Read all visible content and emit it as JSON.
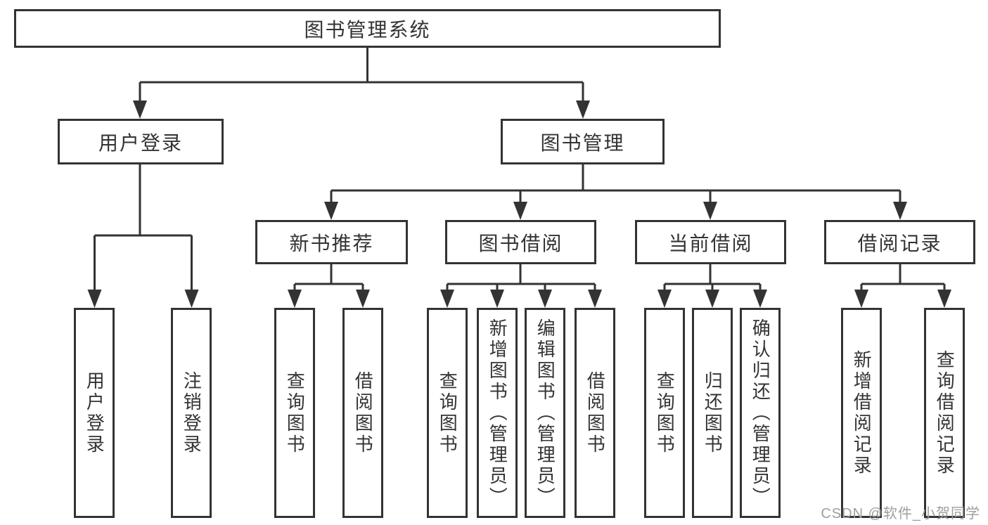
{
  "diagram": {
    "type": "hierarchy-tree",
    "watermark": "CSDN @软件_小贺同学",
    "colors": {
      "line": "#333333",
      "box_background": "#ffffff",
      "text": "#333333",
      "watermark_text": "#9e9e9e"
    }
  },
  "nodes": {
    "root": {
      "label": "图书管理系统"
    },
    "user_login": {
      "label": "用户登录"
    },
    "book_mgmt": {
      "label": "图书管理"
    },
    "new_book_rec": {
      "label": "新书推荐"
    },
    "book_borrow": {
      "label": "图书借阅"
    },
    "current_borrow": {
      "label": "当前借阅"
    },
    "borrow_records": {
      "label": "借阅记录"
    },
    "login_leaf": {
      "label": "用户登录"
    },
    "logout_leaf": {
      "label": "注销登录"
    },
    "rec_query_book": {
      "label": "查询图书"
    },
    "rec_borrow_book": {
      "label": "借阅图书"
    },
    "bor_query_book": {
      "label": "查询图书"
    },
    "bor_add_book": {
      "label": "新增图书（管理员）"
    },
    "bor_edit_book": {
      "label": "编辑图书（管理员）"
    },
    "bor_borrow_book": {
      "label": "借阅图书"
    },
    "cur_query_book": {
      "label": "查询图书"
    },
    "cur_return_book": {
      "label": "归还图书"
    },
    "cur_confirm_return": {
      "label": "确认归还（管理员）"
    },
    "rcd_add_record": {
      "label": "新增借阅记录"
    },
    "rcd_query_record": {
      "label": "查询借阅记录"
    }
  },
  "edges": [
    [
      "root",
      "user_login"
    ],
    [
      "root",
      "book_mgmt"
    ],
    [
      "user_login",
      "login_leaf"
    ],
    [
      "user_login",
      "logout_leaf"
    ],
    [
      "book_mgmt",
      "new_book_rec"
    ],
    [
      "book_mgmt",
      "book_borrow"
    ],
    [
      "book_mgmt",
      "current_borrow"
    ],
    [
      "book_mgmt",
      "borrow_records"
    ],
    [
      "new_book_rec",
      "rec_query_book"
    ],
    [
      "new_book_rec",
      "rec_borrow_book"
    ],
    [
      "book_borrow",
      "bor_query_book"
    ],
    [
      "book_borrow",
      "bor_add_book"
    ],
    [
      "book_borrow",
      "bor_edit_book"
    ],
    [
      "book_borrow",
      "bor_borrow_book"
    ],
    [
      "current_borrow",
      "cur_query_book"
    ],
    [
      "current_borrow",
      "cur_return_book"
    ],
    [
      "current_borrow",
      "cur_confirm_return"
    ],
    [
      "borrow_records",
      "rcd_add_record"
    ],
    [
      "borrow_records",
      "rcd_query_record"
    ]
  ]
}
